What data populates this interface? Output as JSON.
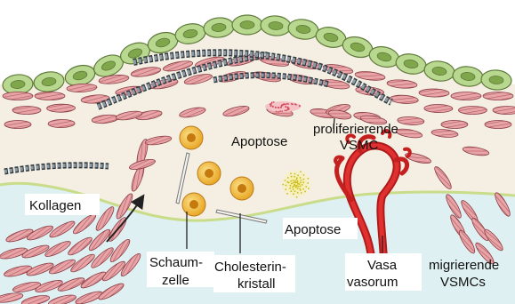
{
  "labels": {
    "kollagen": "Kollagen",
    "apoptose_upper": "Apoptose",
    "proliferierende": "proliferierende",
    "vsmc": "VSMC",
    "apoptose_lower": "Apoptose",
    "schaum": "Schaum-",
    "zelle": "zelle",
    "cholesterin": "Cholesterin-",
    "kristall": "kristall",
    "vasa": "Vasa",
    "vasorum": "vasorum",
    "migrierende": "migrierende",
    "vsmcs": "VSMCs"
  },
  "colors": {
    "endothelium_fill": "#b9d88f",
    "endothelium_stroke": "#5f7a3a",
    "smc_fill": "#e8a5a8",
    "smc_stroke": "#8a3d44",
    "plaque_bg": "#f5efe3",
    "media_bg": "#dff0f2",
    "collagen": "#6a7a86",
    "foam_cell": "#f2bd3e",
    "foam_nucleus": "#c57a10",
    "vasa_vasorum": "#d01e1e",
    "apoptosis_yellow": "#f3ea6a",
    "apoptosis_red": "#d44a5a"
  },
  "icons": [
    "arrow-icon"
  ]
}
